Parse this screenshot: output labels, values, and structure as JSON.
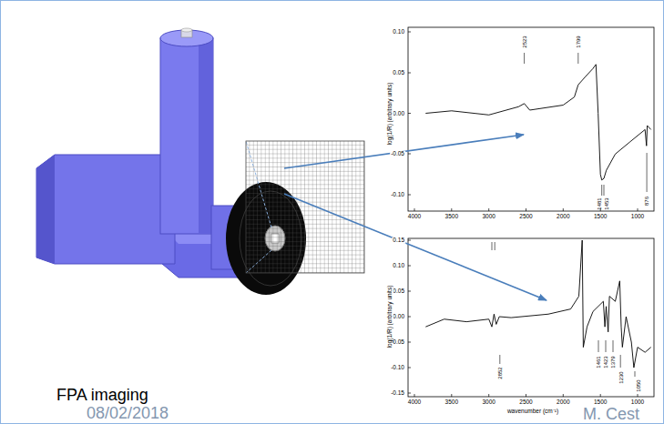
{
  "diagram": {
    "labels": [
      "0.10",
      "0.05",
      "0.00",
      "-0.05",
      "-0.10",
      "log(1/R) (arbitrary units)",
      "4000",
      "3500",
      "3000",
      "2500",
      "2000",
      "1500",
      "1000",
      "2523",
      "1799",
      "1481",
      "1453",
      "876",
      "0.15",
      "0.10",
      "0.05",
      "0.00",
      "-0.05",
      "-0.10",
      "-0.15",
      "log(1/R) (arbitrary units)",
      "4000",
      "3500",
      "3000",
      "2500",
      "2000",
      "1500",
      "1000",
      "wavenumber (cm⁻¹)",
      "2852",
      "1461",
      "1423",
      "1379",
      "1230",
      "1050",
      "FPA imaging",
      "08/02/2018",
      "M. Cest"
    ]
  }
}
